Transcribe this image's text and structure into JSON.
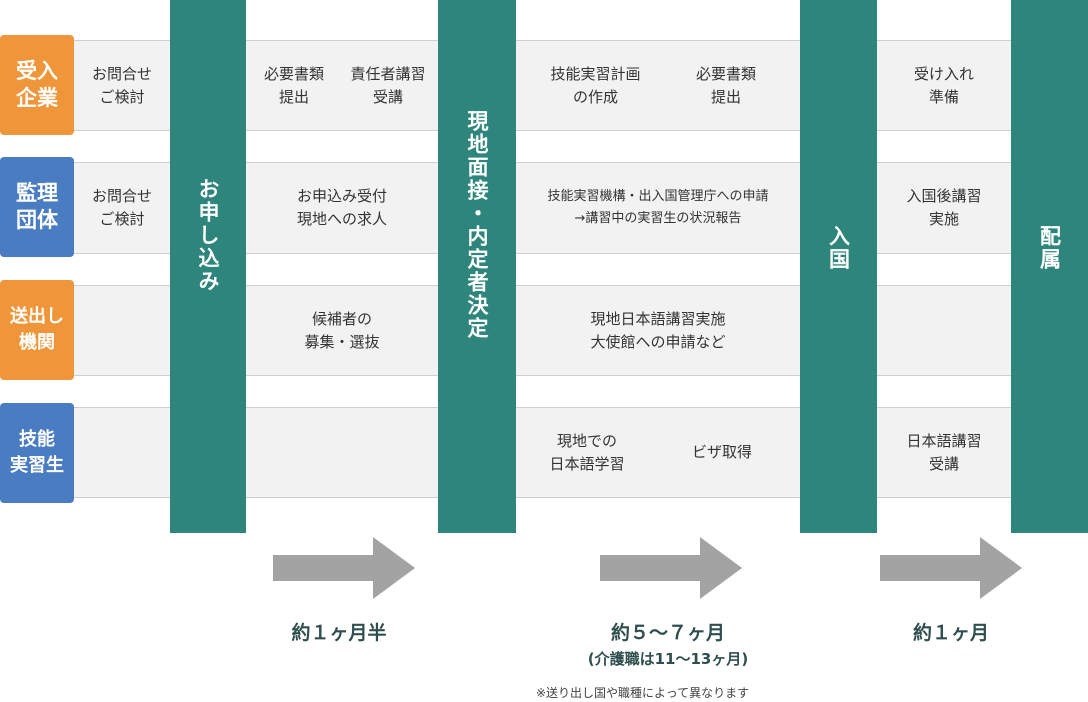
{
  "colors": {
    "teal": "#2d857b",
    "orange": "#f0963a",
    "blue": "#4a7cc2",
    "band": "#f2f2f2",
    "arrow": "#a3a3a3"
  },
  "rows": [
    {
      "label": "受入\n企業",
      "color": "orange"
    },
    {
      "label": "監理\n団体",
      "color": "blue"
    },
    {
      "label": "送出し\n機関",
      "color": "orange"
    },
    {
      "label": "技能\n実習生",
      "color": "blue"
    }
  ],
  "columns": {
    "inquiry": [
      "お問合せ\nご検討",
      "お問合せ\nご検討",
      "",
      ""
    ],
    "apply_phase": [
      "必要書類\n提出",
      "お申込み受付\n現地への求人",
      "候補者の\n募集・選抜",
      ""
    ],
    "apply_phase_r1b": "責任者講習\n受講",
    "prep_phase": [
      "技能実習計画\nの作成",
      "技能実習機構・出入国管理庁への申請\n→講習中の実習生の状況報告",
      "現地日本語講習実施\n大使館への申請など",
      "現地での\n日本語学習"
    ],
    "prep_phase_r1b": "必要書類\n提出",
    "prep_phase_r4b": "ビザ取得",
    "post_phase": [
      "受け入れ\n準備",
      "入国後講習\n実施",
      "",
      "日本語講習\n受講"
    ]
  },
  "milestones": {
    "apply": "お申し込み",
    "interview": "現地面接・内定者決定",
    "entry": "入国",
    "assign": "配属"
  },
  "durations": {
    "d1": "約１ヶ月半",
    "d2": "約５～７ヶ月",
    "d2_sub": "(介護職は11～13ヶ月)",
    "d3": "約１ヶ月"
  },
  "note": "※送り出し国や職種によって異なります",
  "icons": [
    "right-arrow-icon"
  ]
}
